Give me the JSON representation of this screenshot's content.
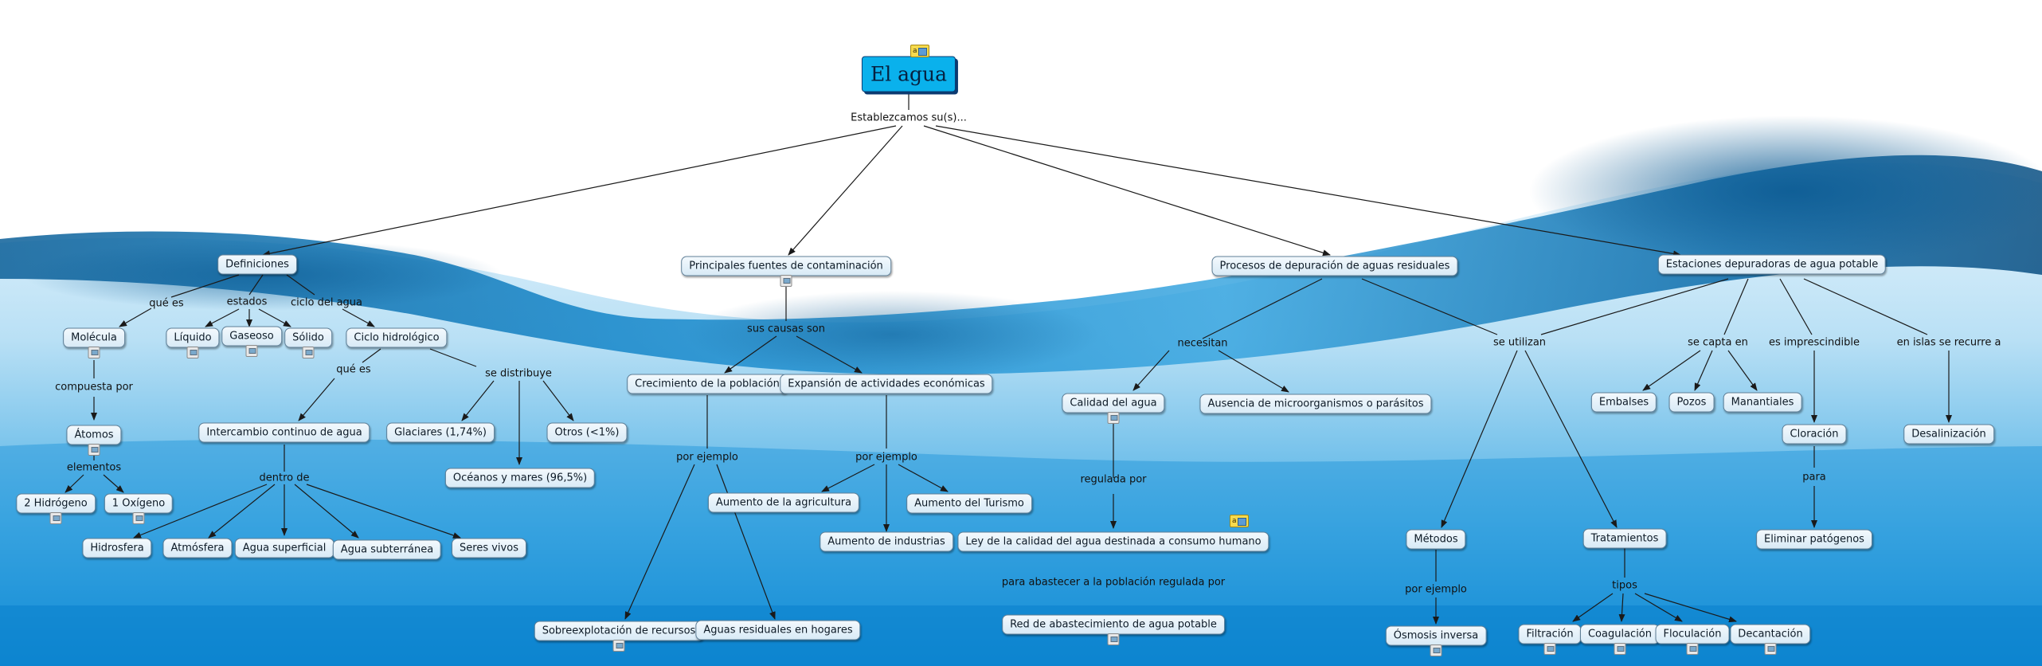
{
  "colors": {
    "root_fill": "#0ab1ec",
    "node_fill": "#e2eff8",
    "node_border": "#5f7f97",
    "line": "#1a1a1a",
    "water_deep": "#0b7ec8",
    "water_light": "#bfe3f7"
  },
  "icons": {
    "resource": "image-attachment-icon",
    "annotation": "a-image-icon"
  },
  "concepts": {
    "root": "El agua",
    "definiciones": "Definiciones",
    "fuentes": "Principales fuentes de contaminación",
    "procesos": "Procesos de depuración de aguas residuales",
    "estaciones": "Estaciones depuradoras de agua potable",
    "molecula": "Molécula",
    "liquido": "Líquido",
    "gaseoso": "Gaseoso",
    "solido": "Sólido",
    "ciclo": "Ciclo hidrológico",
    "atomos": "Átomos",
    "hidrogeno": "2 Hidrógeno",
    "oxigeno": "1 Oxígeno",
    "intercambio": "Intercambio continuo de agua",
    "glaciares": "Glaciares (1,74%)",
    "otros": "Otros (<1%)",
    "oceanos": "Océanos y mares (96,5%)",
    "hidrosfera": "Hidrosfera",
    "atmosfera": "Atmósfera",
    "superficial": "Agua superficial",
    "subterranea": "Agua subterránea",
    "seres": "Seres vivos",
    "crecimiento": "Crecimiento de la población",
    "expansion": "Expansión de actividades económicas",
    "agricultura": "Aumento de la agricultura",
    "industrias": "Aumento de industrias",
    "turismo": "Aumento del Turismo",
    "sobreexplotacion": "Sobreexplotación de recursos",
    "residuales": "Aguas residuales en hogares",
    "calidad": "Calidad del agua",
    "ausencia": "Ausencia de microorganismos o parásitos",
    "ley": "Ley de la calidad del agua destinada a consumo humano",
    "red": "Red de abastecimiento de agua potable",
    "metodos": "Métodos",
    "osmosis": "Ósmosis inversa",
    "tratamientos": "Tratamientos",
    "filtracion": "Filtración",
    "coagulacion": "Coagulación",
    "floculacion": "Floculación",
    "decantacion": "Decantación",
    "embalses": "Embalses",
    "pozos": "Pozos",
    "manantiales": "Manantiales",
    "cloracion": "Cloración",
    "patogenos": "Eliminar patógenos",
    "desalinizacion": "Desalinización"
  },
  "linking_phrases": {
    "establezcamos": "Establezcamos su(s)...",
    "que_es": "qué es",
    "estados": "estados",
    "ciclo_del_agua": "ciclo del agua",
    "compuesta_por": "compuesta por",
    "elementos": "elementos",
    "que_es_2": "qué es",
    "se_distribuye": "se distribuye",
    "dentro_de": "dentro de",
    "sus_causas_son": "sus causas son",
    "por_ejemplo_1": "por ejemplo",
    "por_ejemplo_2": "por ejemplo",
    "necesitan": "necesitan",
    "regulada_por": "regulada por",
    "para_abastecer": "para abastecer a la población regulada por",
    "se_utilizan": "se utilizan",
    "por_ejemplo_3": "por ejemplo",
    "tipos": "tipos",
    "se_capta_en": "se capta en",
    "es_imprescindible": "es imprescindible",
    "para": "para",
    "en_islas": "en islas se recurre a"
  }
}
